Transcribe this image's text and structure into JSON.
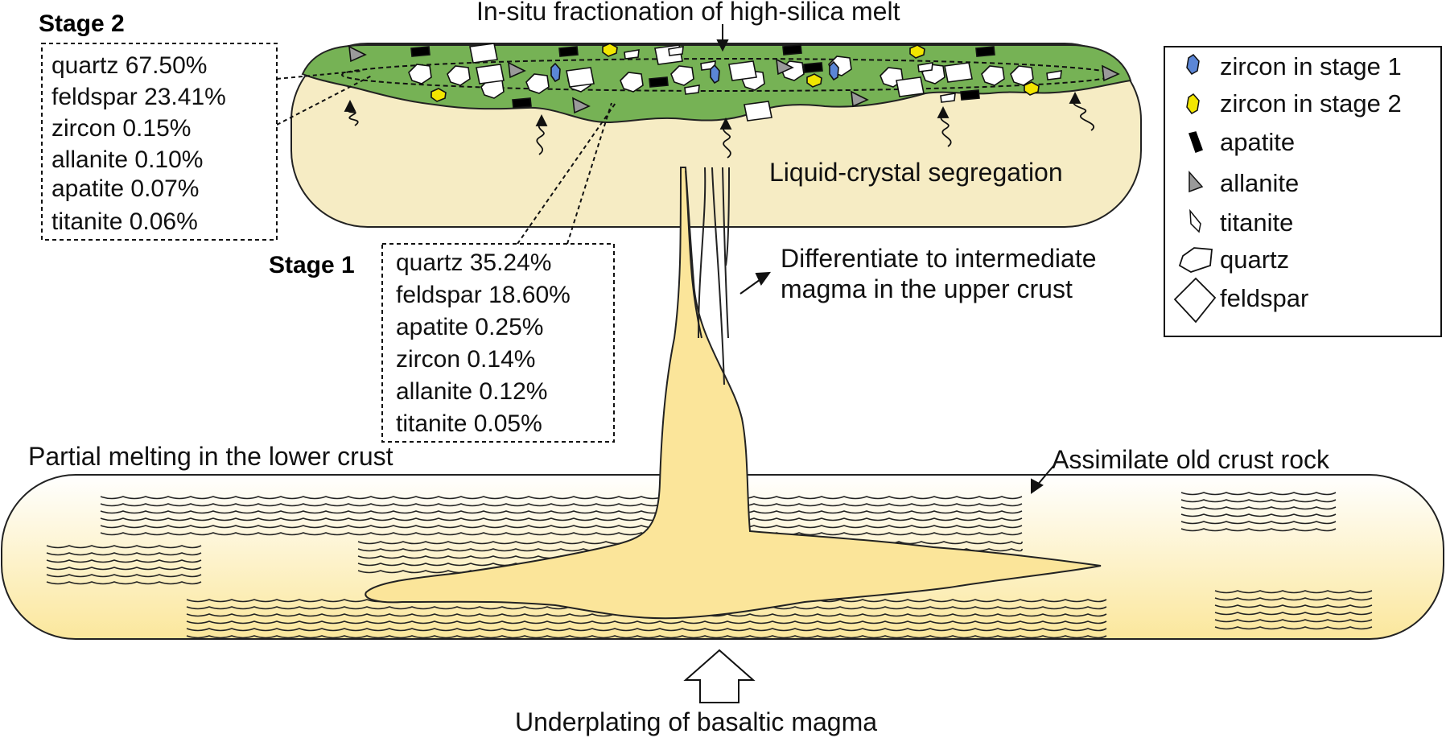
{
  "labels": {
    "insitu": "In-situ fractionation of high-silica melt",
    "segregation": "Liquid-crystal segregation",
    "differentiate_1": "Differentiate to intermediate",
    "differentiate_2": "magma in the upper crust",
    "partial_melting": "Partial melting in the lower crust",
    "assimilate": "Assimilate old crust rock",
    "underplating": "Underplating of basaltic magma"
  },
  "stage2": {
    "title": "Stage 2",
    "minerals": [
      "quartz 67.50%",
      "feldspar 23.41%",
      "zircon 0.15%",
      "allanite 0.10%",
      "apatite 0.07%",
      "titanite 0.06%"
    ]
  },
  "stage1": {
    "title": "Stage 1",
    "minerals": [
      "quartz 35.24%",
      "feldspar 18.60%",
      "apatite 0.25%",
      "zircon 0.14%",
      "allanite 0.12%",
      "titanite 0.05%"
    ]
  },
  "legend": [
    {
      "icon": "zircon-stage1-icon",
      "label": "zircon in stage 1",
      "color": "#5b86d6"
    },
    {
      "icon": "zircon-stage2-icon",
      "label": "zircon in stage 2",
      "color": "#f2e600"
    },
    {
      "icon": "apatite-icon",
      "label": "apatite",
      "color": "#000000"
    },
    {
      "icon": "allanite-icon",
      "label": "allanite",
      "color": "#9a9a9a"
    },
    {
      "icon": "titanite-icon",
      "label": "titanite",
      "color": "#ffffff"
    },
    {
      "icon": "quartz-icon",
      "label": "quartz",
      "color": "#ffffff"
    },
    {
      "icon": "feldspar-icon",
      "label": "feldspar",
      "color": "#ffffff"
    }
  ],
  "colors": {
    "green_layer": "#76b255",
    "upper_chamber": "#f6ecc4",
    "magma": "#fbe59a",
    "lower_crust_top": "#ffffff",
    "lower_crust_bottom": "#fbe89f"
  }
}
